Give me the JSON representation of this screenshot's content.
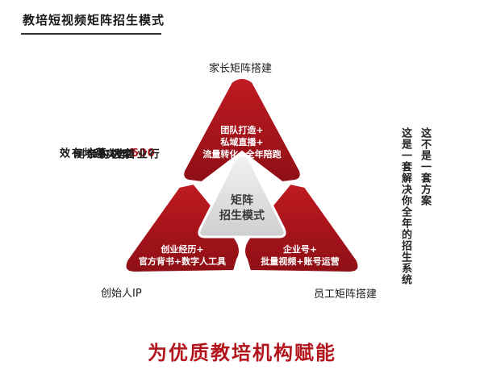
{
  "title": "教培短视频矩阵招生模式",
  "top_label": "家长矩阵搭建",
  "left_label": "创始人IP",
  "right_label": "员工矩阵搭建",
  "top_segment": {
    "lines": [
      "团队打造+",
      "私域直播+",
      "流量转化+全年陪跑"
    ]
  },
  "left_segment": {
    "lines": [
      "创业经历+",
      "官方背书+数字人工具"
    ]
  },
  "right_segment": {
    "lines": [
      "企业号+",
      "批量视频+账号运营"
    ]
  },
  "center": {
    "lines": [
      "矩阵",
      "招生模式"
    ]
  },
  "left_columns": [
    {
      "text": "落地有效",
      "color": "#1a1a1a"
    },
    {
      "text": "600家机构亲测",
      "color": "#1a1a1a",
      "highlight": "600",
      "highlight_color": "#b3151c"
    },
    {
      "text": "1年实践",
      "color": "#1a1a1a",
      "highlight": "1",
      "highlight_color": "#b3151c"
    },
    {
      "text": "行业首发",
      "color": "#1a1a1a"
    }
  ],
  "right_columns": [
    {
      "text": "这不是一套方案"
    },
    {
      "text": "这是一套解决你全年的招生系统"
    }
  ],
  "slogan": "为优质教培机构赋能",
  "colors": {
    "accent": "#b3151c",
    "accent_dark": "#8e0f15",
    "center_fill": "#e9e9e9"
  }
}
